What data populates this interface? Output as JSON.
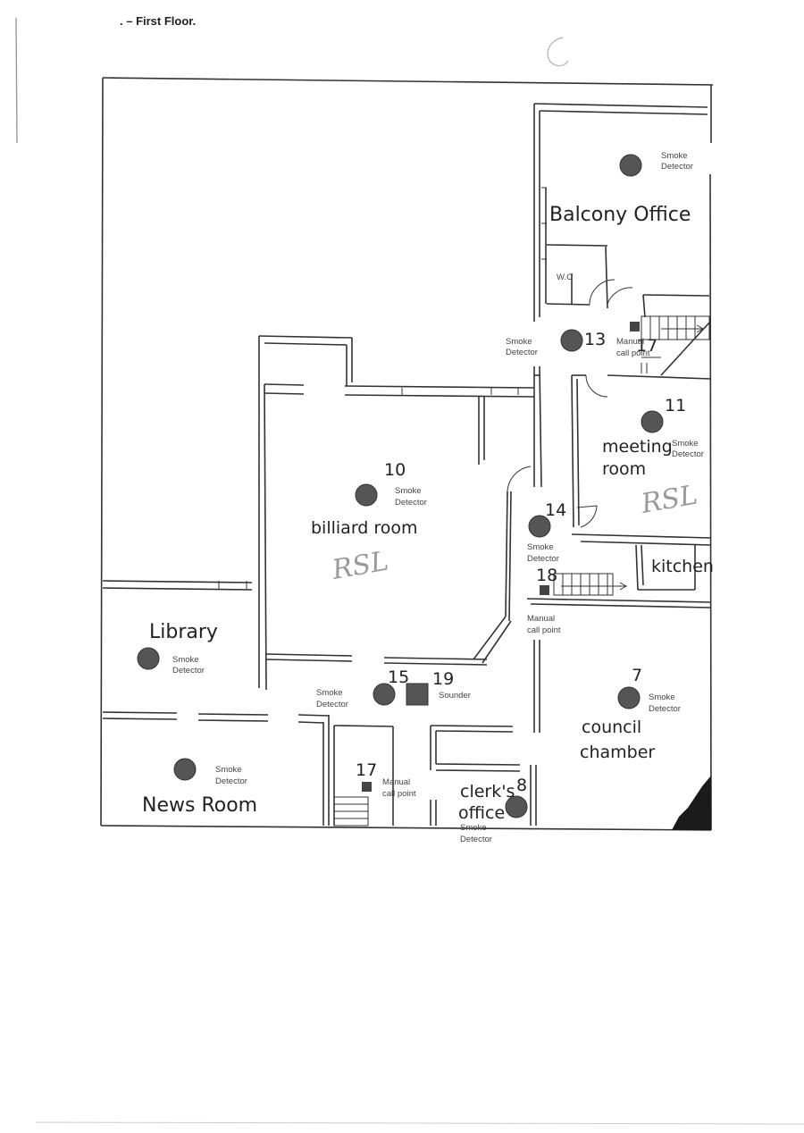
{
  "header": {
    "title": ". – First Floor."
  },
  "rooms": {
    "balcony_office": "Balcony Office",
    "wc": "W.C",
    "meeting_l1": "meeting",
    "meeting_l2": "room",
    "billiard": "billiard room",
    "kitchen": "kitchen",
    "library": "Library",
    "news_room": "News Room",
    "council_l1": "council",
    "council_l2": "chamber",
    "clerk_l1": "clerk's",
    "clerk_l2": "office"
  },
  "devices": [
    {
      "id": "balcony-detector",
      "number": "",
      "line1": "Smoke",
      "line2": "Detector"
    },
    {
      "id": "detector-13",
      "number": "13",
      "line1": "Smoke",
      "line2": "Detector"
    },
    {
      "id": "callpoint-17-top",
      "number": "17",
      "line1": "Manual",
      "line2": "call point"
    },
    {
      "id": "detector-11",
      "number": "11",
      "line1": "Smoke",
      "line2": "Detector"
    },
    {
      "id": "detector-10",
      "number": "10",
      "line1": "Smoke",
      "line2": "Detector"
    },
    {
      "id": "detector-14",
      "number": "14",
      "line1": "Smoke",
      "line2": "Detector"
    },
    {
      "id": "callpoint-18",
      "number": "18",
      "line1": "Manual",
      "line2": "call point"
    },
    {
      "id": "library-detector",
      "number": "",
      "line1": "Smoke",
      "line2": "Detector"
    },
    {
      "id": "detector-15",
      "number": "15",
      "line1": "Smoke",
      "line2": "Detector"
    },
    {
      "id": "sounder-19",
      "number": "19",
      "line1": "Sounder",
      "line2": ""
    },
    {
      "id": "detector-7",
      "number": "7",
      "line1": "Smoke",
      "line2": "Detector"
    },
    {
      "id": "newsroom-detector",
      "number": "",
      "line1": "Smoke",
      "line2": "Detector"
    },
    {
      "id": "callpoint-17",
      "number": "17",
      "line1": "Manual",
      "line2": "call point"
    },
    {
      "id": "detector-8",
      "number": "8",
      "line1": "Smoke",
      "line2": "Detector"
    }
  ],
  "initials": {
    "billiard": "RSL",
    "meeting": "RSL"
  }
}
